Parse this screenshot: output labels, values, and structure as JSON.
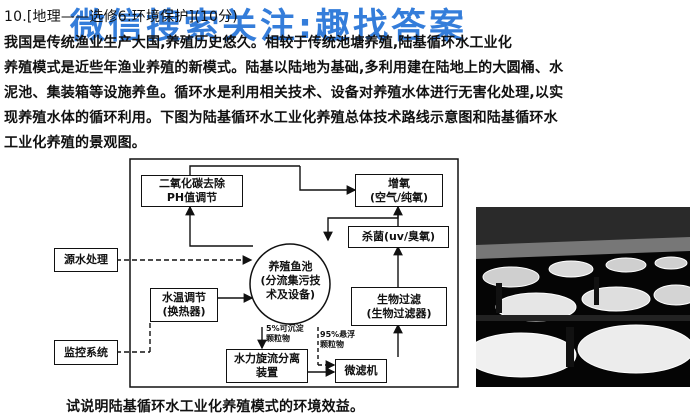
{
  "question": {
    "header": "10.[地理——选修6:环境保护](10分)",
    "lines": [
      "    我国是传统渔业生产大国,养殖历史悠久。相较于传统池塘养殖,陆基循环水工业化",
      "养殖模式是近些年渔业养殖的新模式。陆基以陆地为基础,多利用建在陆地上的大圆桶、水",
      "泥池、集装箱等设施养鱼。循环水是利用相关技术、设备对养殖水体进行无害化处理,以实",
      "现养殖水体的循环利用。下图为陆基循环水工业化养殖总体技术路线示意图和陆基循环水",
      "工业化养殖的景观图。"
    ],
    "prompt": "试说明陆基循环水工业化养殖模式的环境效益。"
  },
  "watermark": "微信搜索关注:趣找答案",
  "diagram": {
    "co2_removal": [
      "二氧化碳去除",
      "PH值调节"
    ],
    "oxygenation": [
      "增氧",
      "(空气/纯氧)"
    ],
    "sterilization": "杀菌(uv/臭氧)",
    "source_water": "源水处理",
    "fish_pool": [
      "养殖鱼池",
      "(分流集污技",
      "术及设备)"
    ],
    "temp_control": [
      "水温调节",
      "(换热器)"
    ],
    "bio_filter": [
      "生物过滤",
      "(生物过滤器)"
    ],
    "monitoring": "监控系统",
    "hydro_separator": [
      "水力旋流分离",
      "装置"
    ],
    "microfilter": "微滤机",
    "label_settleable": [
      "5%可沉淀",
      "颗粒物"
    ],
    "label_suspended": [
      "95%悬浮",
      "颗粒物"
    ]
  },
  "photo": {
    "icon": "fish-tanks-photo"
  }
}
